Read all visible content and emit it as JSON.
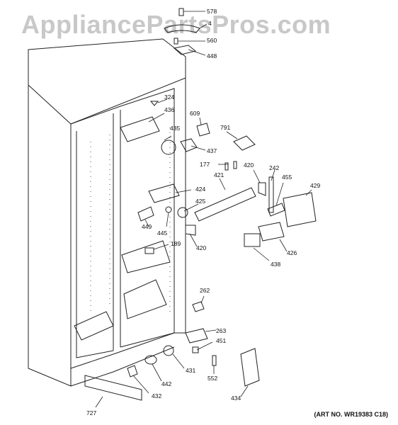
{
  "watermark": "AppliancePartsPros.com",
  "art_number": "(ART NO. WR19383 C18)",
  "part_numbers": [
    "578",
    "4",
    "560",
    "448",
    "324",
    "436",
    "609",
    "435",
    "791",
    "437",
    "177",
    "420",
    "421",
    "242",
    "455",
    "429",
    "424",
    "425",
    "449",
    "445",
    "189",
    "420",
    "426",
    "438",
    "262",
    "263",
    "451",
    "431",
    "442",
    "552",
    "432",
    "727",
    "434"
  ]
}
